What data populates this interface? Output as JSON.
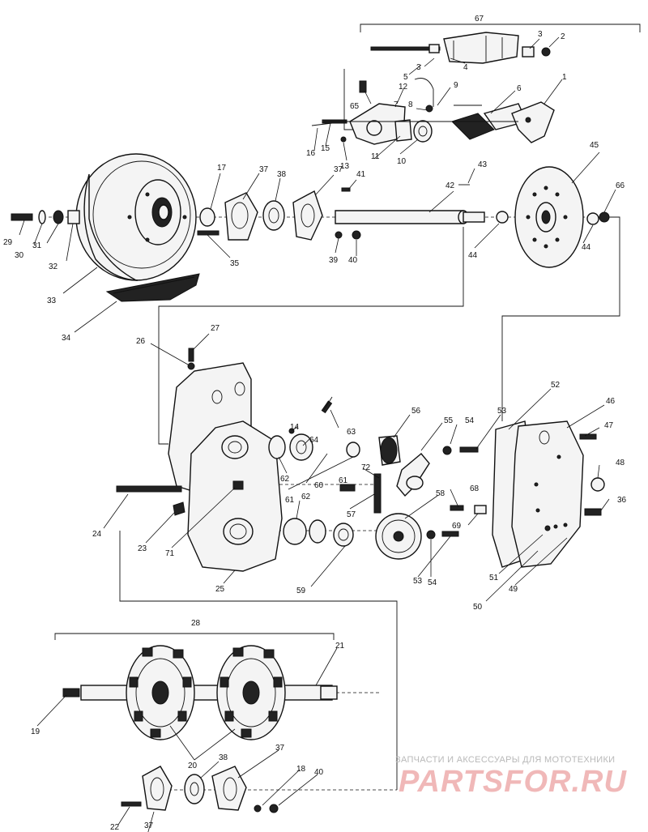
{
  "labels": {
    "l67": "67",
    "l3a": "3",
    "l2": "2",
    "l5": "5",
    "l3b": "3",
    "l4": "4",
    "l12": "12",
    "l9": "9",
    "l6": "6",
    "l1": "1",
    "l65": "65",
    "l7": "7",
    "l8": "8",
    "l16": "16",
    "l15": "15",
    "l13": "13",
    "l11": "11",
    "l10": "10",
    "l17": "17",
    "l37a": "37",
    "l38a": "38",
    "l37b": "37",
    "l41": "41",
    "l42": "42",
    "l43": "43",
    "l45": "45",
    "l66": "66",
    "l29": "29",
    "l30": "30",
    "l31": "31",
    "l32": "32",
    "l35": "35",
    "l39": "39",
    "l40a": "40",
    "l44a": "44",
    "l44b": "44",
    "l33": "33",
    "l34": "34",
    "l27": "27",
    "l26": "26",
    "l52": "52",
    "l46": "46",
    "l14": "14",
    "l63": "63",
    "l56": "56",
    "l55": "55",
    "l54a": "54",
    "l53a": "53",
    "l47": "47",
    "l64": "64",
    "l62a": "62",
    "l60": "60",
    "l61a": "61",
    "l72": "72",
    "l48": "48",
    "l24": "24",
    "l23": "23",
    "l71": "71",
    "l62b": "62",
    "l61b": "61",
    "l57": "57",
    "l58": "58",
    "l68": "68",
    "l69": "69",
    "l36": "36",
    "l25": "25",
    "l59": "59",
    "l54b": "54",
    "l53b": "53",
    "l51": "51",
    "l50": "50",
    "l49": "49",
    "l28": "28",
    "l21": "21",
    "l19": "19",
    "l20": "20",
    "l38b": "38",
    "l37c": "37",
    "l18": "18",
    "l40b": "40",
    "l22": "22",
    "l37d": "37"
  },
  "watermark": {
    "tagline": "ЗАПЧАСТИ И АКСЕССУАРЫ ДЛЯ МОТОТЕХНИКИ",
    "logo": "PARTSFOR.RU"
  }
}
